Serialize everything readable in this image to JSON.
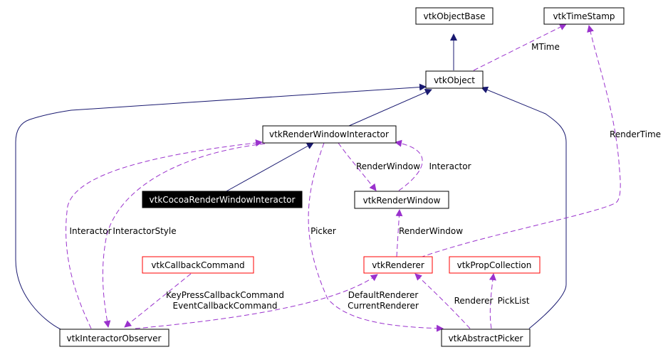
{
  "colors": {
    "inheritance": "#191970",
    "usage": "#9a32cd",
    "box_border": "#000000",
    "box_border_truncated": "#ff0000",
    "highlight_fill": "#000000",
    "highlight_text": "#ffffff",
    "text": "#000000",
    "background": "#ffffff"
  },
  "nodes": {
    "object_base": "vtkObjectBase",
    "time_stamp": "vtkTimeStamp",
    "object": "vtkObject",
    "render_window_interactor": "vtkRenderWindowInteractor",
    "cocoa_interactor": "vtkCocoaRenderWindowInteractor",
    "render_window": "vtkRenderWindow",
    "callback_command": "vtkCallbackCommand",
    "renderer": "vtkRenderer",
    "prop_collection": "vtkPropCollection",
    "interactor_observer": "vtkInteractorObserver",
    "abstract_picker": "vtkAbstractPicker"
  },
  "edge_labels": {
    "mtime": "MTime",
    "render_time": "RenderTime",
    "render_window_a": "RenderWindow",
    "interactor_a": "Interactor",
    "render_window_b": "RenderWindow",
    "interactor_b": "Interactor",
    "interactor_style": "InteractorStyle",
    "picker": "Picker",
    "keypress_callback": "KeyPressCallbackCommand",
    "event_callback": "EventCallbackCommand",
    "default_renderer": "DefaultRenderer",
    "current_renderer": "CurrentRenderer",
    "renderer": "Renderer",
    "pick_list": "PickList"
  }
}
